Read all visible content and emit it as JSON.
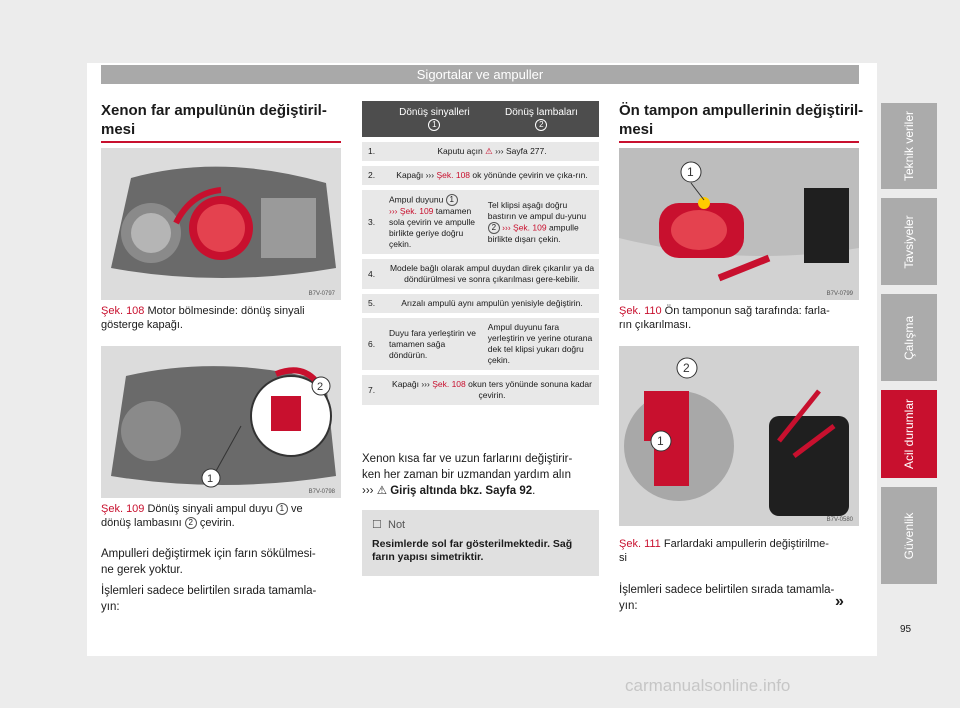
{
  "header": "Sigortalar ve ampuller",
  "col1": {
    "title_l1": "Xenon far ampulünün değiştiril-",
    "title_l2": "mesi",
    "fig1": {
      "code": "B7V-0797",
      "ref": "Şek. 108",
      "caption_l1": "Motor bölmesinde: dönüş sinyali",
      "caption_l2": "gösterge kapağı."
    },
    "fig2": {
      "code": "B7V-0798",
      "ref": "Şek. 109",
      "caption_a": "Dönüş sinyali ampul duyu",
      "marker1": "1",
      "caption_b": "ve",
      "caption_c": "dönüş lambasını",
      "marker2": "2",
      "caption_d": "çevirin."
    },
    "body1_l1": "Ampulleri değiştirmek için farın sökülmesi-",
    "body1_l2": "ne gerek yoktur.",
    "body2_l1": "İşlemleri sadece belirtilen sırada tamamla-",
    "body2_l2": "yın:"
  },
  "table": {
    "col_a": "Dönüş sinyalleri",
    "col_a_num": "1",
    "col_b": "Dönüş lambaları",
    "col_b_num": "2",
    "r1_n": "1.",
    "r1_text": "Kaputu açın",
    "r1_link": "››› Sayfa 277.",
    "r2_n": "2.",
    "r2_a": "Kapağı ›››",
    "r2_ref": "Şek. 108",
    "r2_b": "ok yönünde çevirin ve çıka-rın.",
    "r3_n": "3.",
    "r3_a1": "Ampul duyunu",
    "r3_a_num": "1",
    "r3_a_link": "››› Şek. 109",
    "r3_a2": "tamamen sola çevirin ve ampulle birlikte geriye doğru çekin.",
    "r3_b1": "Tel klipsi aşağı doğru bastırın ve ampul du-yunu",
    "r3_b_num": "2",
    "r3_b_link": "››› Şek. 109",
    "r3_b2": "ampulle birlikte dışarı çekin.",
    "r4_n": "4.",
    "r4_text": "Modele bağlı olarak ampul duydan direk çıkarılır ya da döndürülmesi ve sonra çıkarılması gere-kebilir.",
    "r5_n": "5.",
    "r5_text": "Arızalı ampulü aynı ampulün yenisiyle değiştirin.",
    "r6_n": "6.",
    "r6_a": "Duyu fara yerleştirin ve tamamen sağa döndürün.",
    "r6_b": "Ampul duyunu fara yerleştirin ve yerine oturana dek tel klipsi yukarı doğru çekin.",
    "r7_n": "7.",
    "r7_a": "Kapağı ›››",
    "r7_ref": "Şek. 108",
    "r7_b": "okun ters yönünde sonuna kadar çevirin."
  },
  "col2_body_l1": "Xenon kısa far ve uzun farlarını değiştirir-",
  "col2_body_l2": "ken her zaman bir uzmandan yardım alın",
  "col2_body_l3a": "›››",
  "col2_body_l3b": "Giriş altında bkz. Sayfa 92",
  "col2_body_l3c": ".",
  "note": {
    "title": "Not",
    "text": "Resimlerde sol far gösterilmektedir. Sağ farın yapısı simetriktir."
  },
  "col3": {
    "title_l1": "Ön tampon ampullerinin değiştiril-",
    "title_l2": "mesi",
    "fig1": {
      "code": "B7V-0799",
      "ref": "Şek. 110",
      "caption_l1": "Ön tamponun sağ tarafında: farla-",
      "caption_l2": "rın çıkarılması."
    },
    "fig2": {
      "code": "B7V-0580",
      "ref": "Şek. 111",
      "caption_l1": "Farlardaki ampullerin değiştirilme-",
      "caption_l2": "si"
    },
    "body_l1": "İşlemleri sadece belirtilen sırada tamamla-",
    "body_l2": "yın:"
  },
  "continue": "»",
  "tabs": [
    "Teknik veriler",
    "Tavsiyeler",
    "Çalışma",
    "Acil durumlar",
    "Güvenlik"
  ],
  "page_number": "95",
  "watermark": "carmanualsonline.info"
}
